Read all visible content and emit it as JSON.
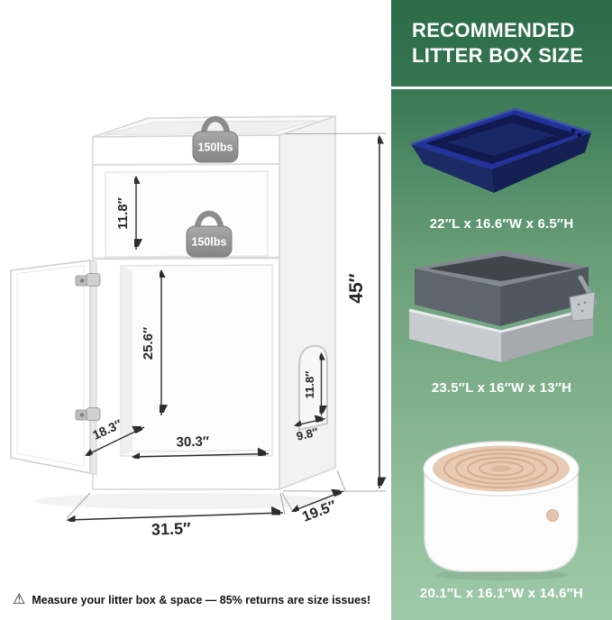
{
  "cabinet_diagram": {
    "weight_capacity_label": "150lbs",
    "dimensions": {
      "upper_compartment_height": "11.8″",
      "main_compartment_height": "25.6″",
      "overall_height": "45″",
      "interior_depth": "18.3″",
      "interior_width": "30.3″",
      "overall_width": "31.5″",
      "overall_depth": "19.5″",
      "cat_door_height": "11.8″",
      "cat_door_width": "9.8″"
    }
  },
  "recommended_panel": {
    "title_line1": "RECOMMENDED",
    "title_line2": "LITTER BOX SIZE",
    "products": [
      {
        "caption": "22″L x 16.6″W x 6.5″H"
      },
      {
        "caption": "23.5″L x 16″W x 13″H"
      },
      {
        "caption": "20.1″L x 16.1″W x 14.6″H"
      }
    ]
  },
  "footnote": {
    "icon": "⚠",
    "text": "Measure your litter box & space — 85% returns are size issues!"
  },
  "colors": {
    "panel_green_dark": "#2f7450",
    "panel_green_light": "#9cc9a8",
    "navy_litter_box": "#1c2a66"
  }
}
